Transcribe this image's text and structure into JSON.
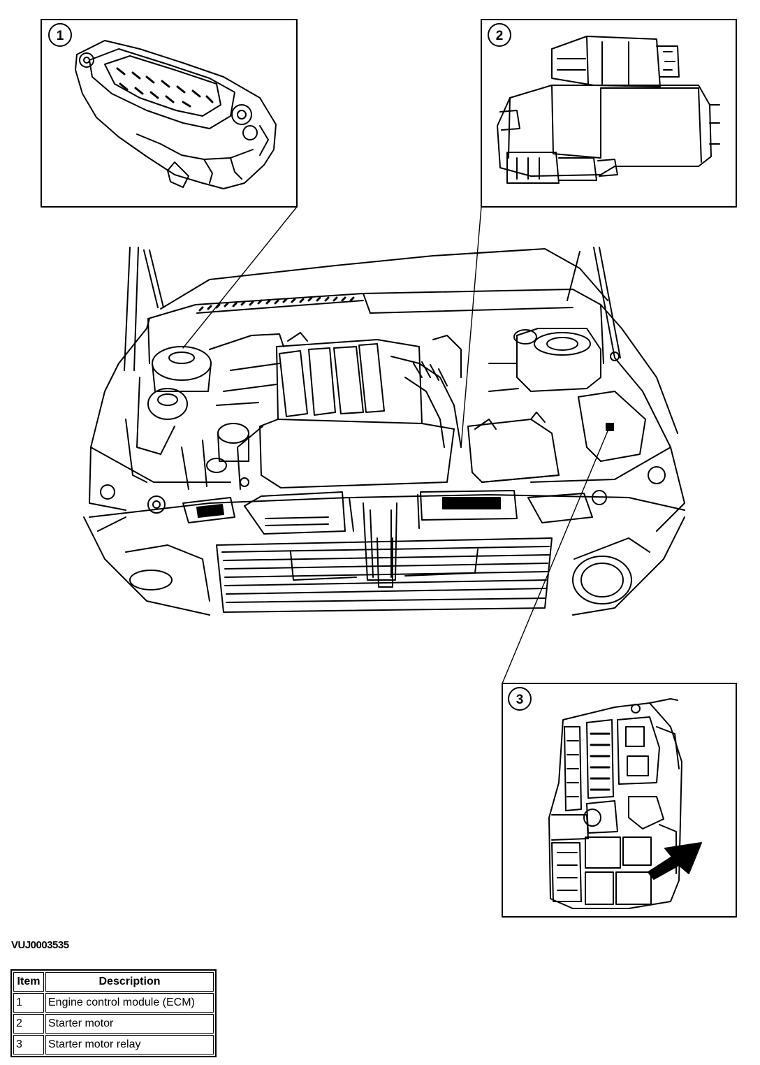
{
  "figure": {
    "id": "VUJ0003535",
    "callouts": [
      {
        "num": "1",
        "label": "Engine control module (ECM)"
      },
      {
        "num": "2",
        "label": "Starter motor"
      },
      {
        "num": "3",
        "label": "Starter motor relay"
      }
    ]
  },
  "legend": {
    "headers": {
      "item": "Item",
      "description": "Description"
    },
    "rows": [
      {
        "item": "1",
        "description": "Engine control module (ECM)"
      },
      {
        "item": "2",
        "description": "Starter motor"
      },
      {
        "item": "3",
        "description": "Starter motor relay"
      }
    ]
  }
}
